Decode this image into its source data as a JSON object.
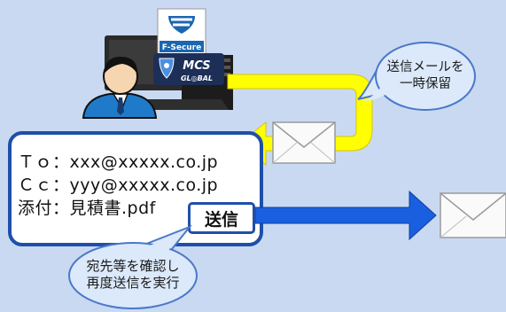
{
  "email": {
    "to_line": "Ｔｏ：xxx@xxxxx.co.jp",
    "cc_line": "Ｃｃ：yyy@xxxxx.co.jp",
    "attach_line": "添付：見積書.pdf"
  },
  "send_button": {
    "label": "送信"
  },
  "hold_bubble": {
    "line1": "送信メールを",
    "line2": "一時保留"
  },
  "confirm_bubble": {
    "line1": "宛先等を確認し",
    "line2": "再度送信を実行"
  },
  "logos": {
    "fsecure": "F-Secure",
    "mcs_top": "MCS",
    "mcs_bottom": "GL◎BAL"
  },
  "colors": {
    "background": "#c9d9f2",
    "hold_arrow": "#ffff00",
    "send_arrow": "#1a5fe0",
    "panel_border": "#1f4fa8",
    "bubble_fill": "#dbe9fb",
    "bubble_border": "#4a78c8"
  }
}
